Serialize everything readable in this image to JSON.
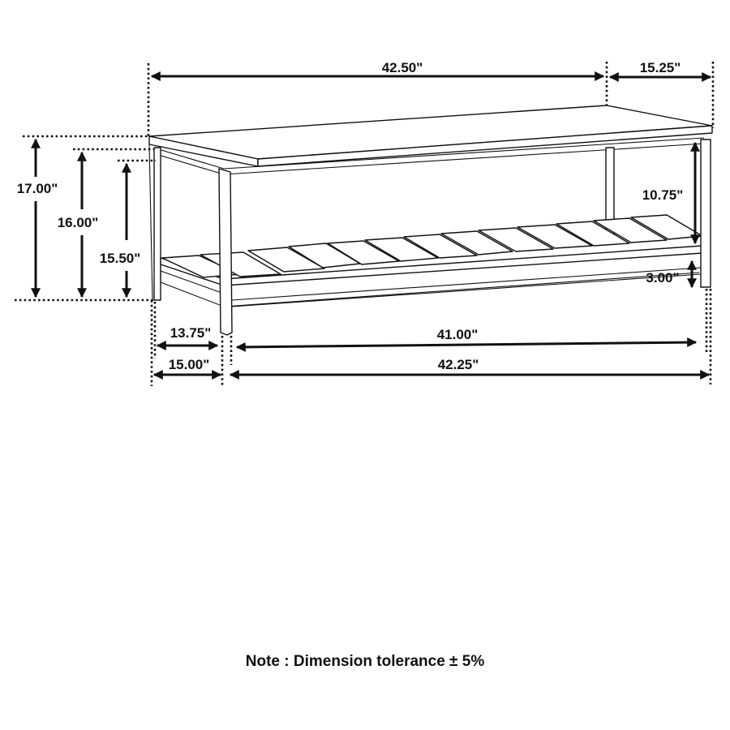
{
  "drawing": {
    "subject": "bench with slatted lower shelf",
    "dimensions": {
      "overall_length": "42.50\"",
      "overall_depth": "15.25\"",
      "overall_height": "17.00\"",
      "height_to_apron": "16.00\"",
      "height_to_apron_inner": "15.50\"",
      "shelf_clearance": "10.75\"",
      "shelf_height_from_floor": "3.00\"",
      "inner_depth": "13.75\"",
      "leg_depth": "15.00\"",
      "inner_length": "41.00\"",
      "leg_length": "42.25\""
    },
    "note": "Note : Dimension tolerance ± 5%"
  }
}
